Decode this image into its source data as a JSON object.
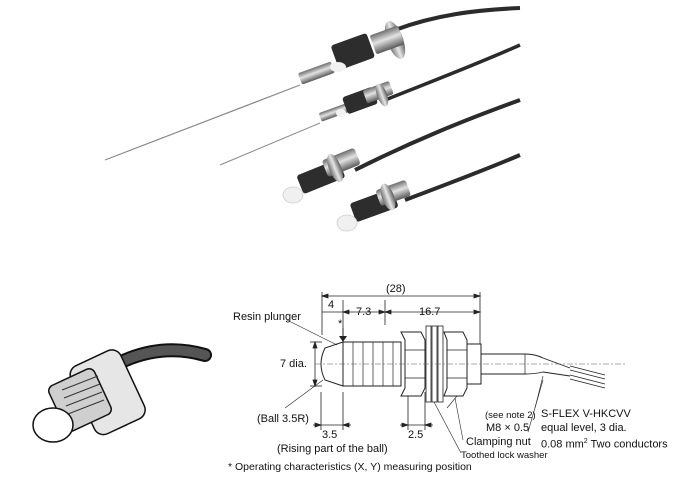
{
  "labels": {
    "overall_length": "(28)",
    "dim_4": "4",
    "dim_7_3": "7.3",
    "dim_16_7": "16.7",
    "resin_plunger": "Resin plunger",
    "dia_7": "7 dia.",
    "ball": "(Ball 3.5R)",
    "dim_3_5": "3.5",
    "rising_part": "(Rising part of the ball)",
    "dim_2_5": "2.5",
    "see_note": "(see note 2)",
    "thread": "M8 × 0.5",
    "clamping_nut": "Clamping nut",
    "toothed_washer": "Toothed lock washer",
    "cable_name": "S-FLEX V-HKCVV",
    "cable_desc1": "equal level, 3 dia.",
    "cable_desc2_a": "0.08 mm",
    "cable_desc2_sup": "2",
    "cable_desc2_b": " Two conductors",
    "footnote": "* Operating characteristics (X, Y) measuring position",
    "asterisk": "*"
  },
  "colors": {
    "cable": "#2a2a2a",
    "metal": "#9a9a9a",
    "line": "#222222",
    "resin": "#eeeeee"
  }
}
